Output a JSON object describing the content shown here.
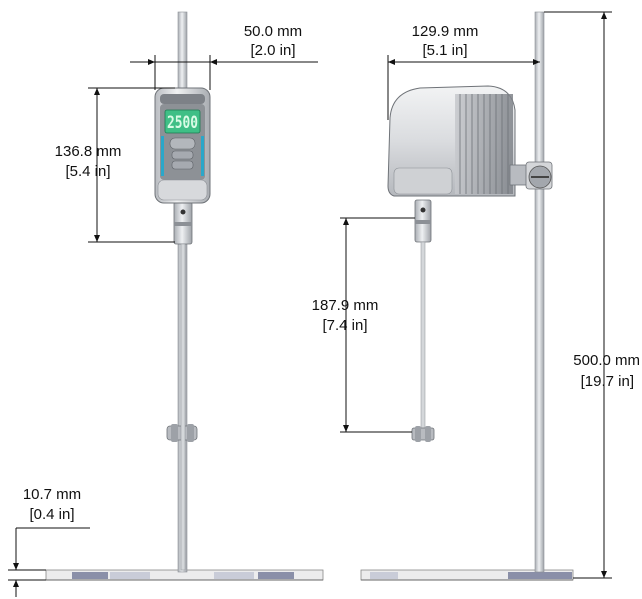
{
  "dimensions": {
    "device_width": {
      "mm": "50.0 mm",
      "in": "[2.0 in]"
    },
    "device_height": {
      "mm": "136.8 mm",
      "in": "[5.4 in]"
    },
    "base_height": {
      "mm": "10.7 mm",
      "in": "[0.4 in]"
    },
    "device_depth": {
      "mm": "129.9 mm",
      "in": "[5.1 in]"
    },
    "shaft_length": {
      "mm": "187.9 mm",
      "in": "[7.4 in]"
    },
    "stand_height": {
      "mm": "500.0 mm",
      "in": "[19.7 in]"
    }
  },
  "display": {
    "reading": "2500"
  },
  "colors": {
    "rod": "#c9ccd1",
    "body": "#e3e4e6",
    "body_dark": "#9fa3a8",
    "lcd": "#3fbf86",
    "accent": "#2aa7c9",
    "base": "#e8e9ea",
    "base_pad": "#8a8fa8"
  }
}
